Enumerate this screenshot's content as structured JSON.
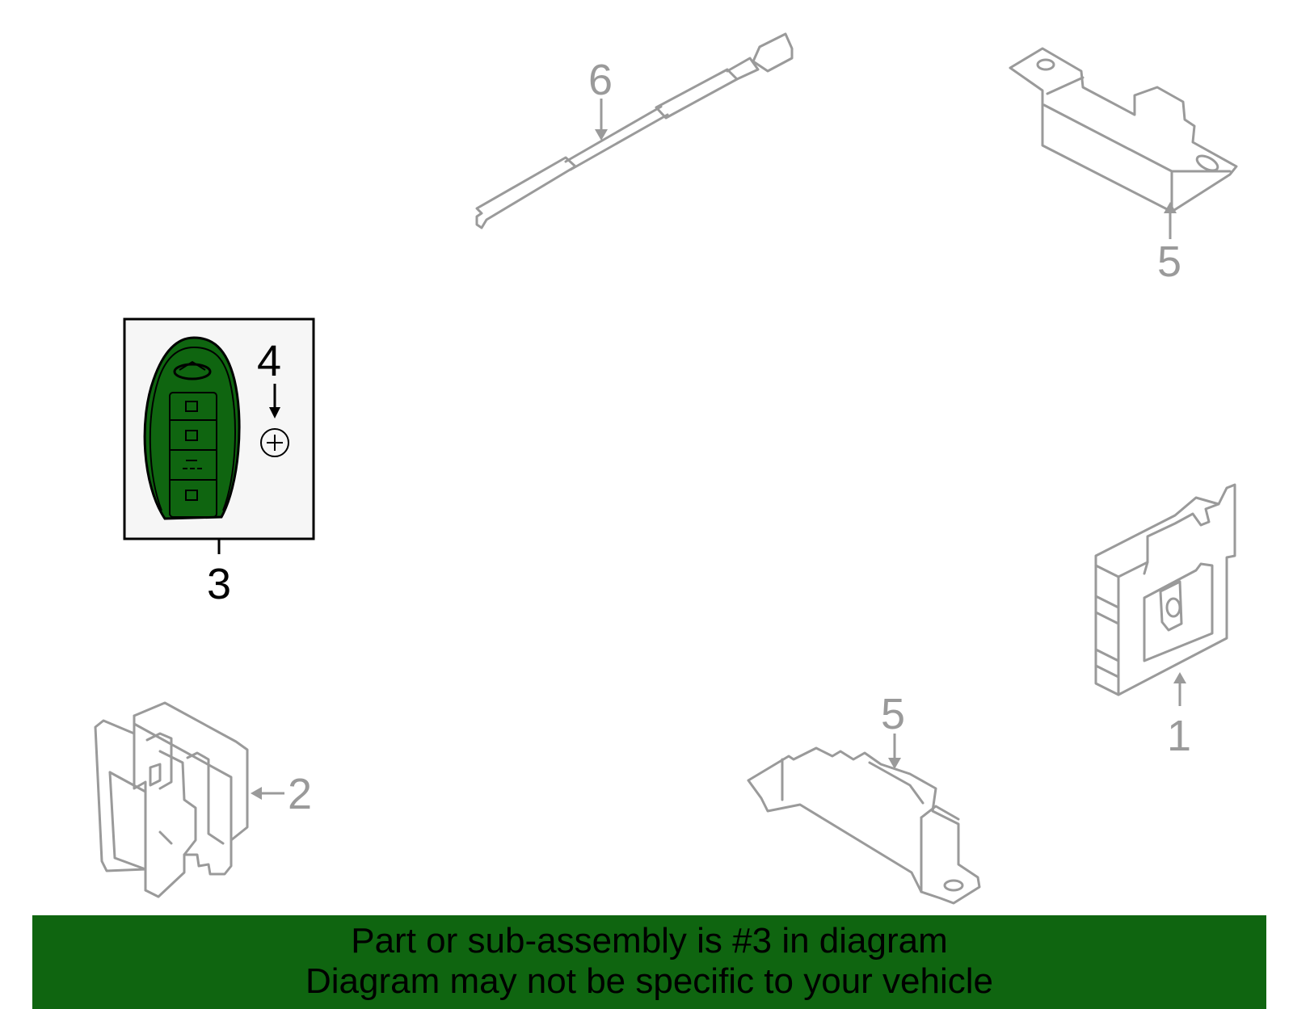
{
  "callouts": {
    "part1": "1",
    "part2": "2",
    "part3": "3",
    "part4": "4",
    "part5_top": "5",
    "part5_bottom": "5",
    "part6": "6"
  },
  "banner": {
    "line1": "Part or sub-assembly is #3 in diagram",
    "line2": "Diagram may not be specific to your vehicle"
  },
  "colors": {
    "highlight": "#0f6510",
    "part_outline": "#9a9a9a",
    "highlight_box_bg": "#f6f6f6"
  }
}
